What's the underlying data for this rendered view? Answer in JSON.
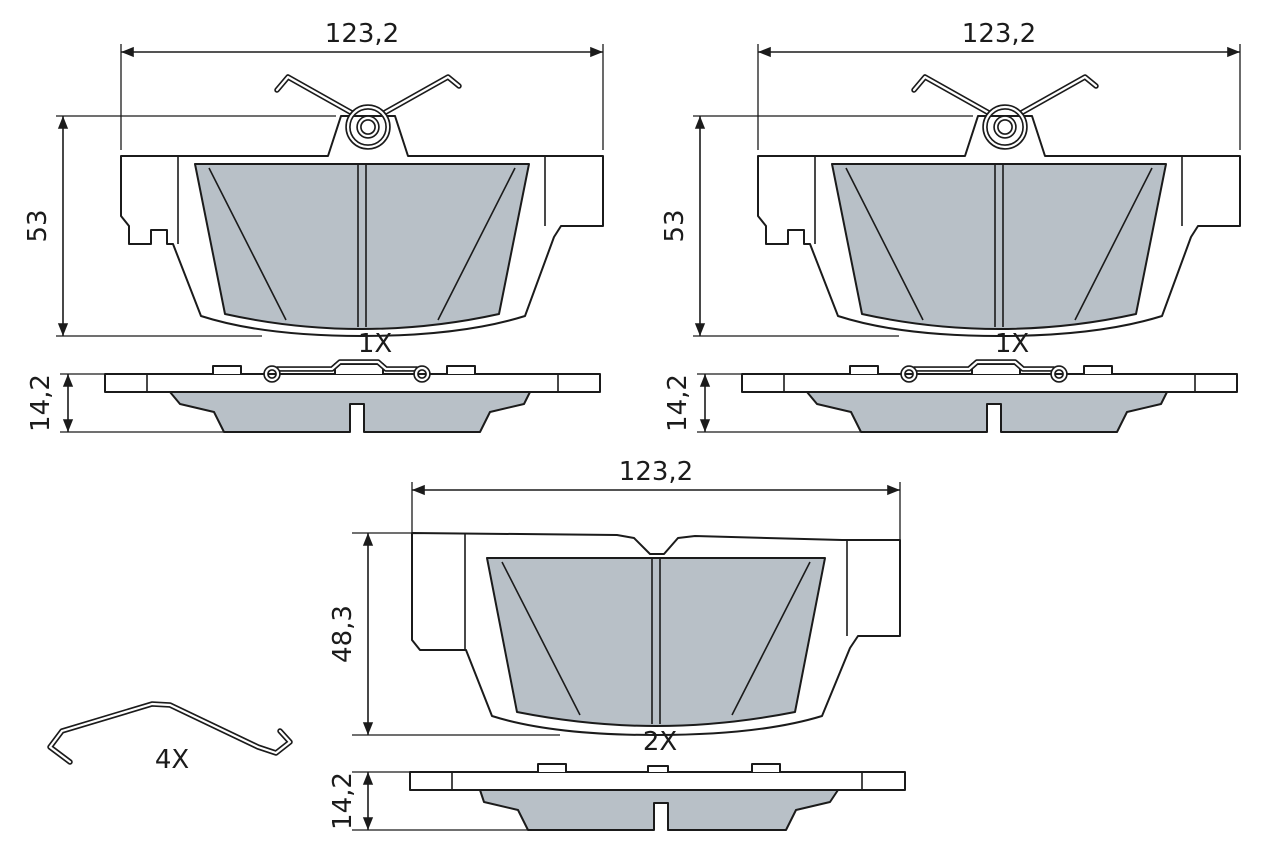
{
  "colors": {
    "background": "#ffffff",
    "outline": "#1b1b1b",
    "friction": "#b8c0c7"
  },
  "views": {
    "pad_top_left": {
      "width": "123,2",
      "height": "53",
      "quantity": "1X"
    },
    "pad_top_left_side": {
      "thickness": "14,2"
    },
    "pad_top_right": {
      "width": "123,2",
      "height": "53",
      "quantity": "1X"
    },
    "pad_top_right_side": {
      "thickness": "14,2"
    },
    "pad_bottom": {
      "width": "123,2",
      "height": "48,3",
      "quantity": "2X"
    },
    "pad_bottom_side": {
      "thickness": "14,2"
    },
    "accessory_spring": {
      "quantity": "4X"
    }
  }
}
